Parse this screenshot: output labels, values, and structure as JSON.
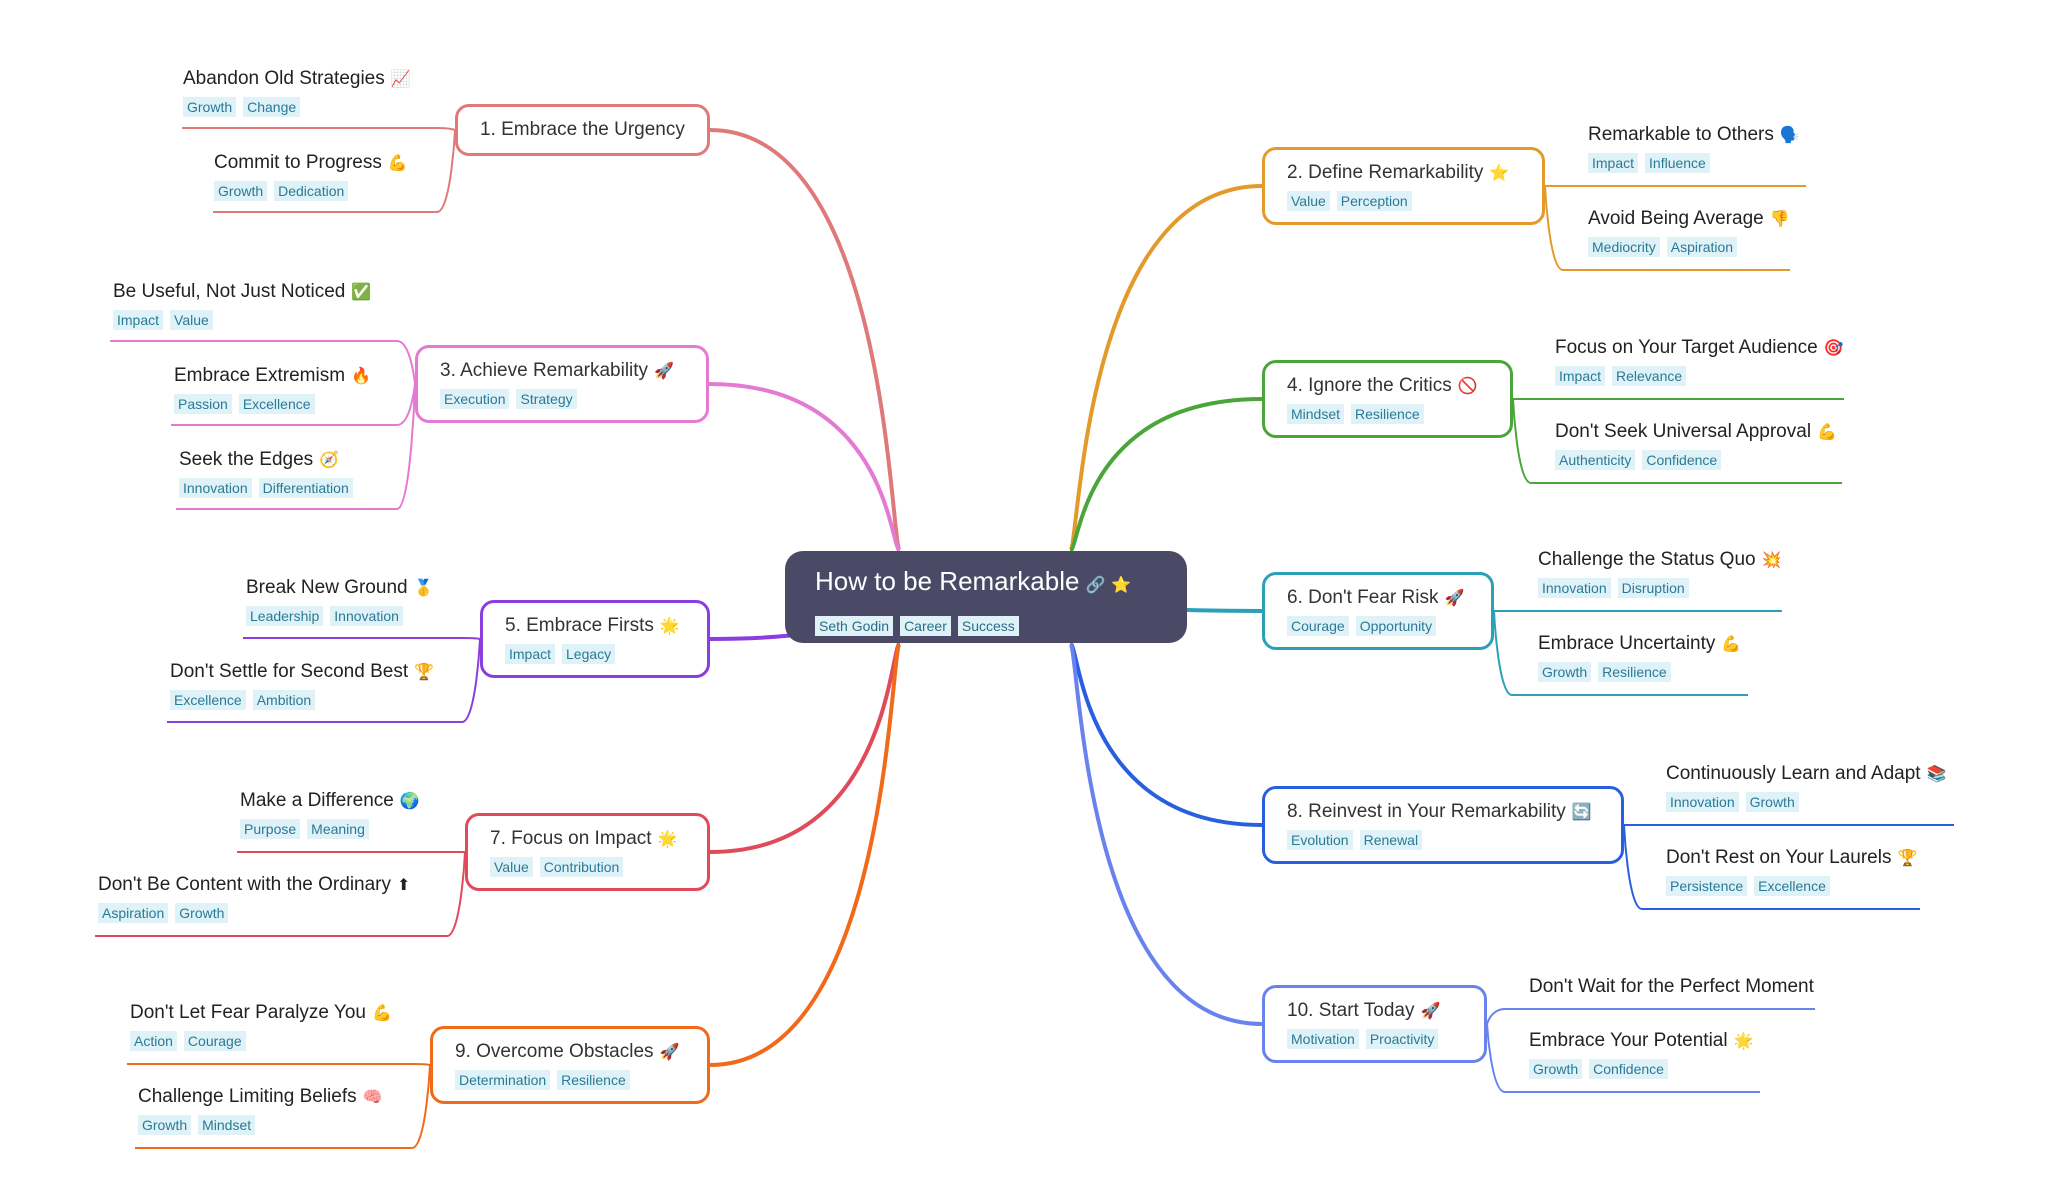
{
  "root": {
    "title": "How to be Remarkable",
    "icons": [
      "link-icon",
      "star-icon"
    ],
    "icon_glyphs": [
      "🔗",
      "⭐"
    ],
    "tags": [
      "Seth Godin",
      "Career",
      "Success"
    ]
  },
  "branches": [
    {
      "label": "1. Embrace the Urgency",
      "color": "#e07a7a",
      "tags": [],
      "leaves": [
        {
          "label": "Abandon Old Strategies",
          "icon": "chart-icon",
          "glyph": "📈",
          "tags": [
            "Growth",
            "Change"
          ]
        },
        {
          "label": "Commit to Progress",
          "icon": "muscle-icon",
          "glyph": "💪",
          "tags": [
            "Growth",
            "Dedication"
          ]
        }
      ]
    },
    {
      "label": "2. Define Remarkability",
      "color": "#e39a2a",
      "icon": "star-icon",
      "glyph": "⭐",
      "tags": [
        "Value",
        "Perception"
      ],
      "leaves": [
        {
          "label": "Remarkable to Others",
          "icon": "speaking-head-icon",
          "glyph": "🗣️",
          "tags": [
            "Impact",
            "Influence"
          ]
        },
        {
          "label": "Avoid Being Average",
          "icon": "thumbs-down-icon",
          "glyph": "👎",
          "tags": [
            "Mediocrity",
            "Aspiration"
          ]
        }
      ]
    },
    {
      "label": "3. Achieve Remarkability",
      "color": "#e57ad2",
      "icon": "rocket-icon",
      "glyph": "🚀",
      "tags": [
        "Execution",
        "Strategy"
      ],
      "leaves": [
        {
          "label": "Be Useful, Not Just Noticed",
          "icon": "check-icon",
          "glyph": "✅",
          "tags": [
            "Impact",
            "Value"
          ]
        },
        {
          "label": "Embrace Extremism",
          "icon": "fire-icon",
          "glyph": "🔥",
          "tags": [
            "Passion",
            "Excellence"
          ]
        },
        {
          "label": "Seek the Edges",
          "icon": "compass-icon",
          "glyph": "🧭",
          "tags": [
            "Innovation",
            "Differentiation"
          ]
        }
      ]
    },
    {
      "label": "4. Ignore the Critics",
      "color": "#4aa63a",
      "icon": "prohibited-icon",
      "glyph": "🚫",
      "tags": [
        "Mindset",
        "Resilience"
      ],
      "leaves": [
        {
          "label": "Focus on Your Target Audience",
          "icon": "target-icon",
          "glyph": "🎯",
          "tags": [
            "Impact",
            "Relevance"
          ]
        },
        {
          "label": "Don't Seek Universal Approval",
          "icon": "muscle-icon",
          "glyph": "💪",
          "tags": [
            "Authenticity",
            "Confidence"
          ]
        }
      ]
    },
    {
      "label": "5. Embrace Firsts",
      "color": "#8a3ee0",
      "icon": "glowing-star-icon",
      "glyph": "🌟",
      "tags": [
        "Impact",
        "Legacy"
      ],
      "leaves": [
        {
          "label": "Break New Ground",
          "icon": "medal-icon",
          "glyph": "🥇",
          "tags": [
            "Leadership",
            "Innovation"
          ]
        },
        {
          "label": "Don't Settle for Second Best",
          "icon": "trophy-icon",
          "glyph": "🏆",
          "tags": [
            "Excellence",
            "Ambition"
          ]
        }
      ]
    },
    {
      "label": "6. Don't Fear Risk",
      "color": "#2aa1b8",
      "icon": "rocket-icon",
      "glyph": "🚀",
      "tags": [
        "Courage",
        "Opportunity"
      ],
      "leaves": [
        {
          "label": "Challenge the Status Quo",
          "icon": "collision-icon",
          "glyph": "💥",
          "tags": [
            "Innovation",
            "Disruption"
          ]
        },
        {
          "label": "Embrace Uncertainty",
          "icon": "muscle-icon",
          "glyph": "💪",
          "tags": [
            "Growth",
            "Resilience"
          ]
        }
      ]
    },
    {
      "label": "7. Focus on Impact",
      "color": "#e04a5a",
      "icon": "glowing-star-icon",
      "glyph": "🌟",
      "tags": [
        "Value",
        "Contribution"
      ],
      "leaves": [
        {
          "label": "Make a Difference",
          "icon": "globe-icon",
          "glyph": "🌍",
          "tags": [
            "Purpose",
            "Meaning"
          ]
        },
        {
          "label": "Don't Be Content with the Ordinary",
          "icon": "up-arrow-icon",
          "glyph": "⬆",
          "tags": [
            "Aspiration",
            "Growth"
          ]
        }
      ]
    },
    {
      "label": "8. Reinvest in Your Remarkability",
      "color": "#2a5ee0",
      "icon": "cycle-icon",
      "glyph": "🔄",
      "tags": [
        "Evolution",
        "Renewal"
      ],
      "leaves": [
        {
          "label": "Continuously Learn and Adapt",
          "icon": "books-icon",
          "glyph": "📚",
          "tags": [
            "Innovation",
            "Growth"
          ]
        },
        {
          "label": "Don't Rest on Your Laurels",
          "icon": "trophy-icon",
          "glyph": "🏆",
          "tags": [
            "Persistence",
            "Excellence"
          ]
        }
      ]
    },
    {
      "label": "9. Overcome Obstacles",
      "color": "#f06a1a",
      "icon": "rocket-icon",
      "glyph": "🚀",
      "tags": [
        "Determination",
        "Resilience"
      ],
      "leaves": [
        {
          "label": "Don't Let Fear Paralyze You",
          "icon": "muscle-icon",
          "glyph": "💪",
          "tags": [
            "Action",
            "Courage"
          ]
        },
        {
          "label": "Challenge Limiting Beliefs",
          "icon": "brain-icon",
          "glyph": "🧠",
          "tags": [
            "Growth",
            "Mindset"
          ]
        }
      ]
    },
    {
      "label": "10. Start Today",
      "color": "#6a82ee",
      "icon": "rocket-icon",
      "glyph": "🚀",
      "tags": [
        "Motivation",
        "Proactivity"
      ],
      "leaves": [
        {
          "label": "Don't Wait for the Perfect Moment",
          "tags": []
        },
        {
          "label": "Embrace Your Potential",
          "icon": "glowing-star-icon",
          "glyph": "🌟",
          "tags": [
            "Growth",
            "Confidence"
          ]
        }
      ]
    }
  ]
}
